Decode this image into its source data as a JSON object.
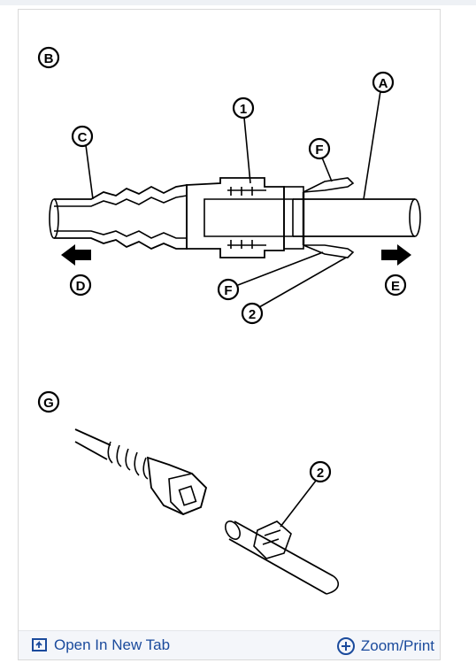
{
  "diagram": {
    "labels": {
      "A": "A",
      "B": "B",
      "C": "C",
      "D": "D",
      "E": "E",
      "F_top": "F",
      "F_bottom": "F",
      "G": "G",
      "n1": "1",
      "n2_top": "2",
      "n2_bottom": "2"
    }
  },
  "toolbar": {
    "open_tab_label": "Open In New Tab",
    "zoom_print_label": "Zoom/Print",
    "open_tab_icon": "open-new-tab-icon",
    "zoom_icon": "plus-circle-icon",
    "link_color": "#1a4a9c"
  }
}
